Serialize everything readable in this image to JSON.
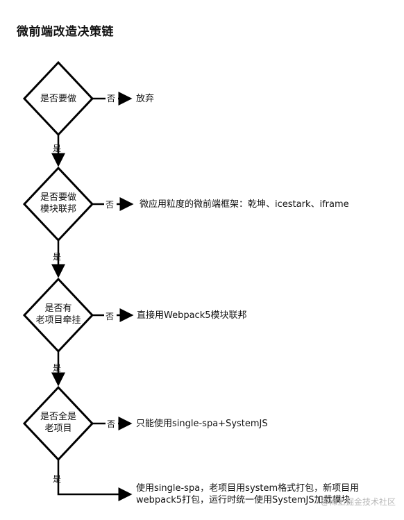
{
  "title": "微前端改造决策链",
  "decisions": [
    {
      "line1": "是否要做",
      "line2": "",
      "no_label": "否",
      "outcome": "放弃",
      "yes_label": "是"
    },
    {
      "line1": "是否要做",
      "line2": "模块联邦",
      "no_label": "否",
      "outcome": "微应用粒度的微前端框架：乾坤、icestark、iframe",
      "yes_label": "是"
    },
    {
      "line1": "是否有",
      "line2": "老项目牵挂",
      "no_label": "否",
      "outcome": "直接用Webpack5模块联邦",
      "yes_label": "是"
    },
    {
      "line1": "是否全是",
      "line2": "老项目",
      "no_label": "否",
      "outcome": "只能使用single-spa+SystemJS",
      "yes_label": "是"
    }
  ],
  "final_outcome": {
    "line1": "使用single-spa，老项目用system格式打包，新项目用",
    "line2": "webpack5打包，运行时统一使用SystemJS加载模块"
  },
  "watermark": "@稀土掘金技术社区"
}
